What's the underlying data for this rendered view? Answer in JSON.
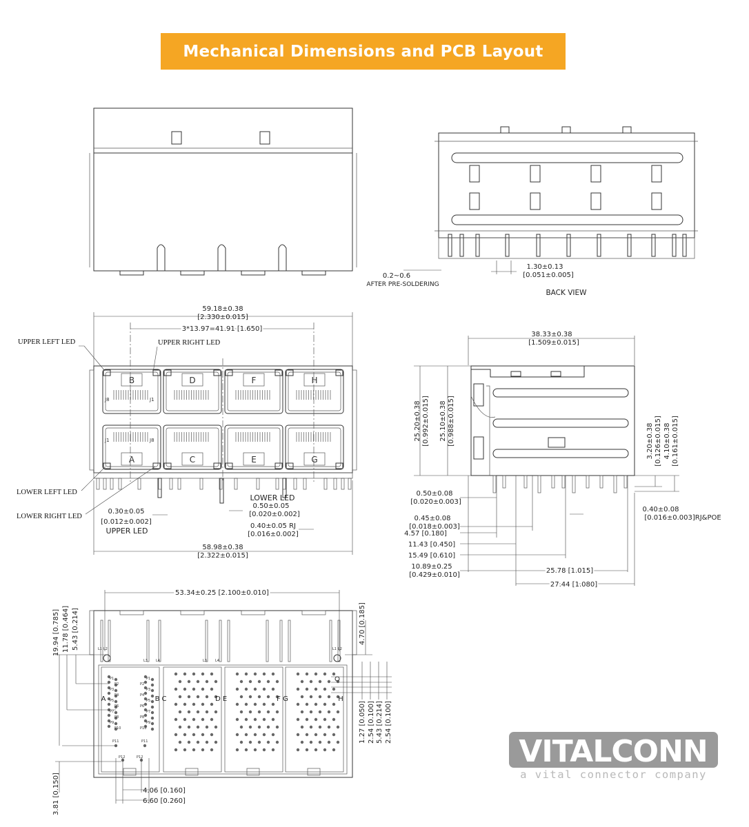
{
  "banner": {
    "title": "Mechanical Dimensions and PCB Layout",
    "color": "#f5a623"
  },
  "back_view": {
    "title": "BACK VIEW",
    "pin_pitch": "1.30±0.13",
    "pin_pitch_in": "[0.051±0.005]",
    "solder": "0.2~0.6",
    "solder_note": "AFTER PRE-SOLDERING"
  },
  "front_view": {
    "width_top": "59.18±0.38",
    "width_top_in": "[2.330±0.015]",
    "pitch": "3*13.97=41.91 [1.650]",
    "width_bottom": "58.98±0.38",
    "width_bottom_in": "[2.322±0.015]",
    "upper_led_w": "0.30±0.05",
    "upper_led_w_in": "[0.012±0.002]",
    "upper_led_label": "UPPER LED",
    "lower_led_label": "LOWER LED",
    "lower_led_w": "0.50±0.05",
    "lower_led_w_in": "[0.020±0.002]",
    "rj_w": "0.40±0.05 RJ",
    "rj_w_in": "[0.016±0.002]",
    "labels": {
      "upper_left_led": "UPPER LEFT LED",
      "upper_right_led": "UPPER RIGHT LED",
      "lower_left_led": "LOWER LEFT LED",
      "lower_right_led": "LOWER RIGHT LED"
    },
    "ports_top": [
      "B",
      "D",
      "F",
      "H"
    ],
    "ports_bottom": [
      "A",
      "C",
      "E",
      "G"
    ],
    "pin_marks": {
      "j8": "J8",
      "j1": "J1"
    }
  },
  "side_view": {
    "depth": "38.33±0.38",
    "depth_in": "[1.509±0.015]",
    "height_1": "25.20±0.38",
    "height_1_in": "[0.992±0.015]",
    "height_2": "25.10±0.38",
    "height_2_in": "[0.988±0.015]",
    "tail_1": "3.20±0.38",
    "tail_1_in": "[0.126±0.015]",
    "tail_2": "4.10±0.38",
    "tail_2_in": "[0.161±0.015]",
    "d1": "0.50±0.08",
    "d1_in": "[0.020±0.003]",
    "d2": "0.45±0.08",
    "d2_in": "[0.018±0.003]",
    "d3": "4.57 [0.180]",
    "d4": "11.43 [0.450]",
    "d5": "15.49 [0.610]",
    "d6": "10.89±0.25",
    "d6_in": "[0.429±0.010]",
    "d7": "25.78 [1.015]",
    "d8": "27.44 [1.080]",
    "rj_poe": "0.40±0.08",
    "rj_poe_in": "[0.016±0.003]RJ&POE"
  },
  "pcb_layout": {
    "width": "53.34±0.25 [2.100±0.010]",
    "left_dims": [
      "19.94 [0.785]",
      "11.78 [0.464]",
      "5.43 [0.214]"
    ],
    "bottom_left": "3.81 [0.150]",
    "right_top": "4.70 [0.185]",
    "right_dims": [
      "1.27 [0.050]",
      "2.54 [0.100]",
      "5.43 [0.214]",
      "2.54 [0.100]"
    ],
    "bottom_dims": [
      "4.06 [0.160]",
      "6.60 [0.260]"
    ],
    "port_letters": [
      "A",
      "B",
      "C",
      "D",
      "E",
      "F",
      "G",
      "H"
    ],
    "pins": [
      "P1",
      "P2",
      "P3",
      "P4",
      "P5",
      "P6",
      "P7",
      "P8",
      "P9",
      "P10",
      "P11",
      "P12"
    ],
    "leds": [
      "L1",
      "L2",
      "L3",
      "L4"
    ]
  },
  "logo": {
    "name": "VITALCONN",
    "tagline": "a vital connector company"
  }
}
